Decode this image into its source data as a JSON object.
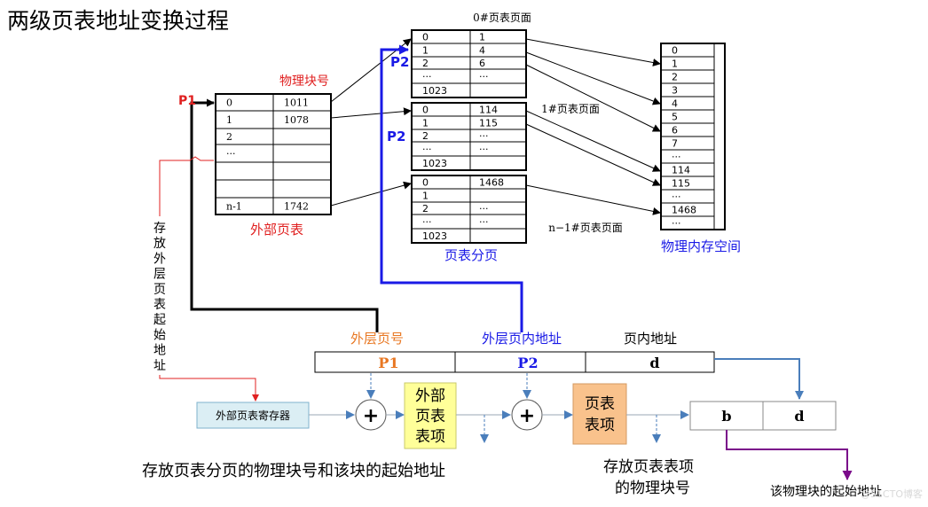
{
  "title": "两级页表地址变换过程",
  "outer_table": {
    "heading": "物理块号",
    "caption": "外部页表",
    "rows": [
      {
        "idx": "0",
        "val": "1011"
      },
      {
        "idx": "1",
        "val": "1078"
      },
      {
        "idx": "2",
        "val": ""
      },
      {
        "idx": "···",
        "val": ""
      },
      {
        "idx": "",
        "val": ""
      },
      {
        "idx": "",
        "val": ""
      },
      {
        "idx": "n-1",
        "val": "1742"
      }
    ]
  },
  "page_tables": {
    "caption": "页表分页",
    "tables": [
      {
        "label": "0#页表页面",
        "rows": [
          {
            "idx": "0",
            "val": "1"
          },
          {
            "idx": "1",
            "val": "4"
          },
          {
            "idx": "2",
            "val": "6"
          },
          {
            "idx": "···",
            "val": "···"
          },
          {
            "idx": "1023",
            "val": ""
          }
        ]
      },
      {
        "label": "1#页表页面",
        "rows": [
          {
            "idx": "0",
            "val": "114"
          },
          {
            "idx": "1",
            "val": "115"
          },
          {
            "idx": "2",
            "val": "···"
          },
          {
            "idx": "···",
            "val": "···"
          },
          {
            "idx": "1023",
            "val": ""
          }
        ]
      },
      {
        "label": "n−1#页表页面",
        "rows": [
          {
            "idx": "0",
            "val": "1468"
          },
          {
            "idx": "1",
            "val": ""
          },
          {
            "idx": "2",
            "val": "···"
          },
          {
            "idx": "···",
            "val": "···"
          },
          {
            "idx": "1023",
            "val": ""
          }
        ]
      }
    ]
  },
  "memory": {
    "caption": "物理内存空间",
    "cells": [
      "0",
      "1",
      "2",
      "3",
      "4",
      "5",
      "6",
      "7",
      "···",
      "114",
      "115",
      "···",
      "1468",
      "···"
    ]
  },
  "labels": {
    "p1": "P1",
    "p2": "P2",
    "p2_second": "P2",
    "vertical": [
      "存",
      "放",
      "外",
      "层",
      "页",
      "表",
      "起",
      "始",
      "地",
      "址"
    ]
  },
  "address": {
    "headers": [
      "外层页号",
      "外层页内地址",
      "页内地址"
    ],
    "fields": [
      "P1",
      "P2",
      "d"
    ]
  },
  "flow": {
    "register": "外部页表寄存器",
    "plus": "+",
    "outer_entry": [
      "外部",
      "页表",
      "表项"
    ],
    "page_entry": [
      "页表",
      "表项"
    ],
    "result": [
      "b",
      "d"
    ]
  },
  "notes": {
    "note1": "存放页表分页的物理块号和该块的起始地址",
    "note2_line1": "存放页表表项",
    "note2_line2": "的物理块号",
    "note3": "该物理块的起始地址",
    "watermark": "@51CTO博客"
  },
  "colors": {
    "red": "#e02020",
    "blue": "#1a1ae6",
    "orange": "#e87722",
    "steel": "#4a7ebb",
    "purple": "#7a0a8a",
    "register_fill": "#dbeef4",
    "outer_entry_fill": "#ffff99",
    "page_entry_fill": "#f9c28c"
  }
}
